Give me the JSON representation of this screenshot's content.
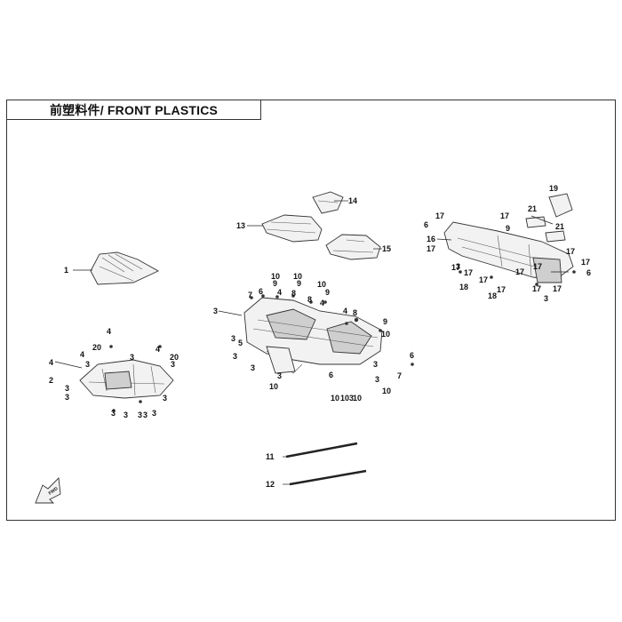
{
  "title": "前塑料件/ FRONT PLASTICS",
  "fwd_label": "FWD",
  "callouts": [
    {
      "id": "c-1",
      "label": "1"
    },
    {
      "id": "c-2",
      "label": "2"
    },
    {
      "id": "c-3",
      "label": "3"
    },
    {
      "id": "c-4",
      "label": "4"
    },
    {
      "id": "c-5",
      "label": "5"
    },
    {
      "id": "c-6",
      "label": "6"
    },
    {
      "id": "c-7",
      "label": "7"
    },
    {
      "id": "c-8",
      "label": "8"
    },
    {
      "id": "c-9",
      "label": "9"
    },
    {
      "id": "c-10",
      "label": "10"
    },
    {
      "id": "c-11",
      "label": "11"
    },
    {
      "id": "c-12",
      "label": "12"
    },
    {
      "id": "c-13",
      "label": "13"
    },
    {
      "id": "c-14",
      "label": "14"
    },
    {
      "id": "c-15",
      "label": "15"
    },
    {
      "id": "c-16",
      "label": "16"
    },
    {
      "id": "c-17",
      "label": "17"
    },
    {
      "id": "c-18",
      "label": "18"
    },
    {
      "id": "c-19",
      "label": "19"
    },
    {
      "id": "c-20",
      "label": "20"
    },
    {
      "id": "c-21",
      "label": "21"
    },
    {
      "id": "c-103",
      "label": "103"
    }
  ]
}
